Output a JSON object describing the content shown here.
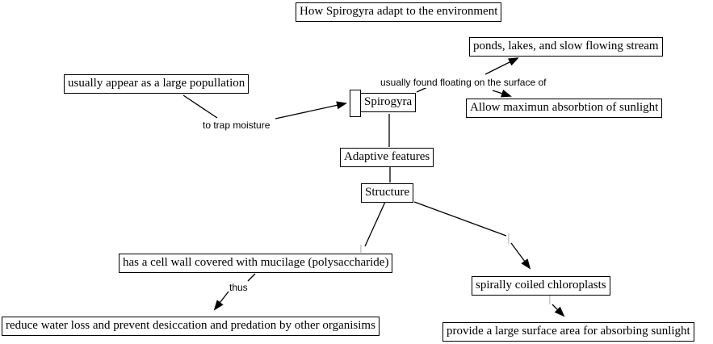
{
  "diagram": {
    "title": "How Spirogyra adapt to the environment",
    "nodes": {
      "title": {
        "label": "How Spirogyra adapt to the environment"
      },
      "ponds": {
        "label": "ponds, lakes, and slow flowing stream"
      },
      "population": {
        "label": "usually appear as a large popullation"
      },
      "spirogyra": {
        "label": "Spirogyra"
      },
      "allow_sunlight": {
        "label": "Allow maximun absorbtion of sunlight"
      },
      "adaptive_features": {
        "label": "Adaptive features"
      },
      "structure": {
        "label": "Structure"
      },
      "cell_wall": {
        "label": "has a cell wall covered with mucilage (polysaccharide)"
      },
      "reduce_water_loss": {
        "label": "reduce water loss and prevent desiccation and predation by other organisims"
      },
      "chloroplasts": {
        "label": "spirally coiled chloroplasts"
      },
      "surface_area": {
        "label": "provide a large surface area for absorbing sunlight"
      }
    },
    "link_labels": {
      "floating": "usually found floating on the surface of",
      "trap_moisture": "to trap moisture",
      "thus": "thus"
    },
    "colors": {
      "background": "#ffffff",
      "box_background": "#ffffff",
      "box_border": "#000000",
      "line": "#000000",
      "empty_label_tick": "#cccccc"
    }
  }
}
